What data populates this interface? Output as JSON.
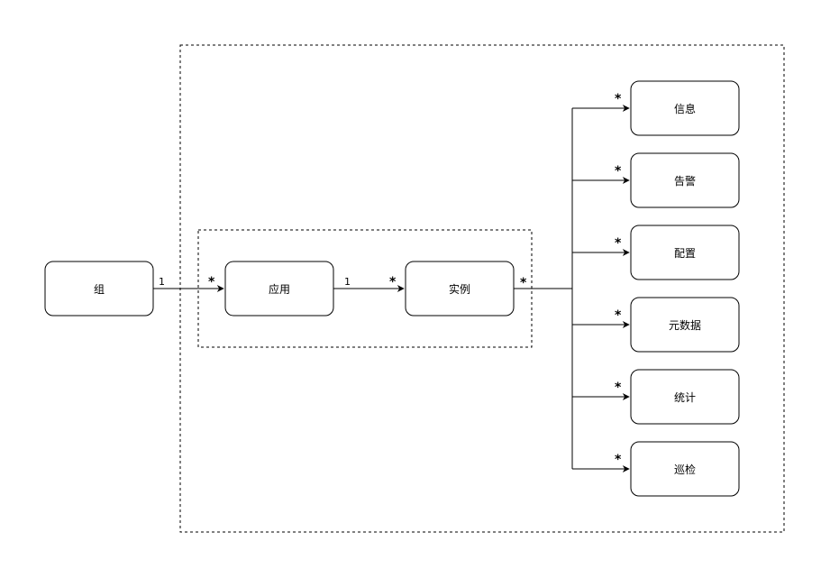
{
  "nodes": {
    "group": "组",
    "app": "应用",
    "instance": "实例",
    "children": [
      "信息",
      "告警",
      "配置",
      "元数据",
      "统计",
      "巡检"
    ]
  },
  "multiplicity": {
    "group_app_source": "1",
    "group_app_target": "*",
    "app_instance_source": "1",
    "app_instance_target": "*",
    "instance_source": "*",
    "child_target": "*"
  }
}
